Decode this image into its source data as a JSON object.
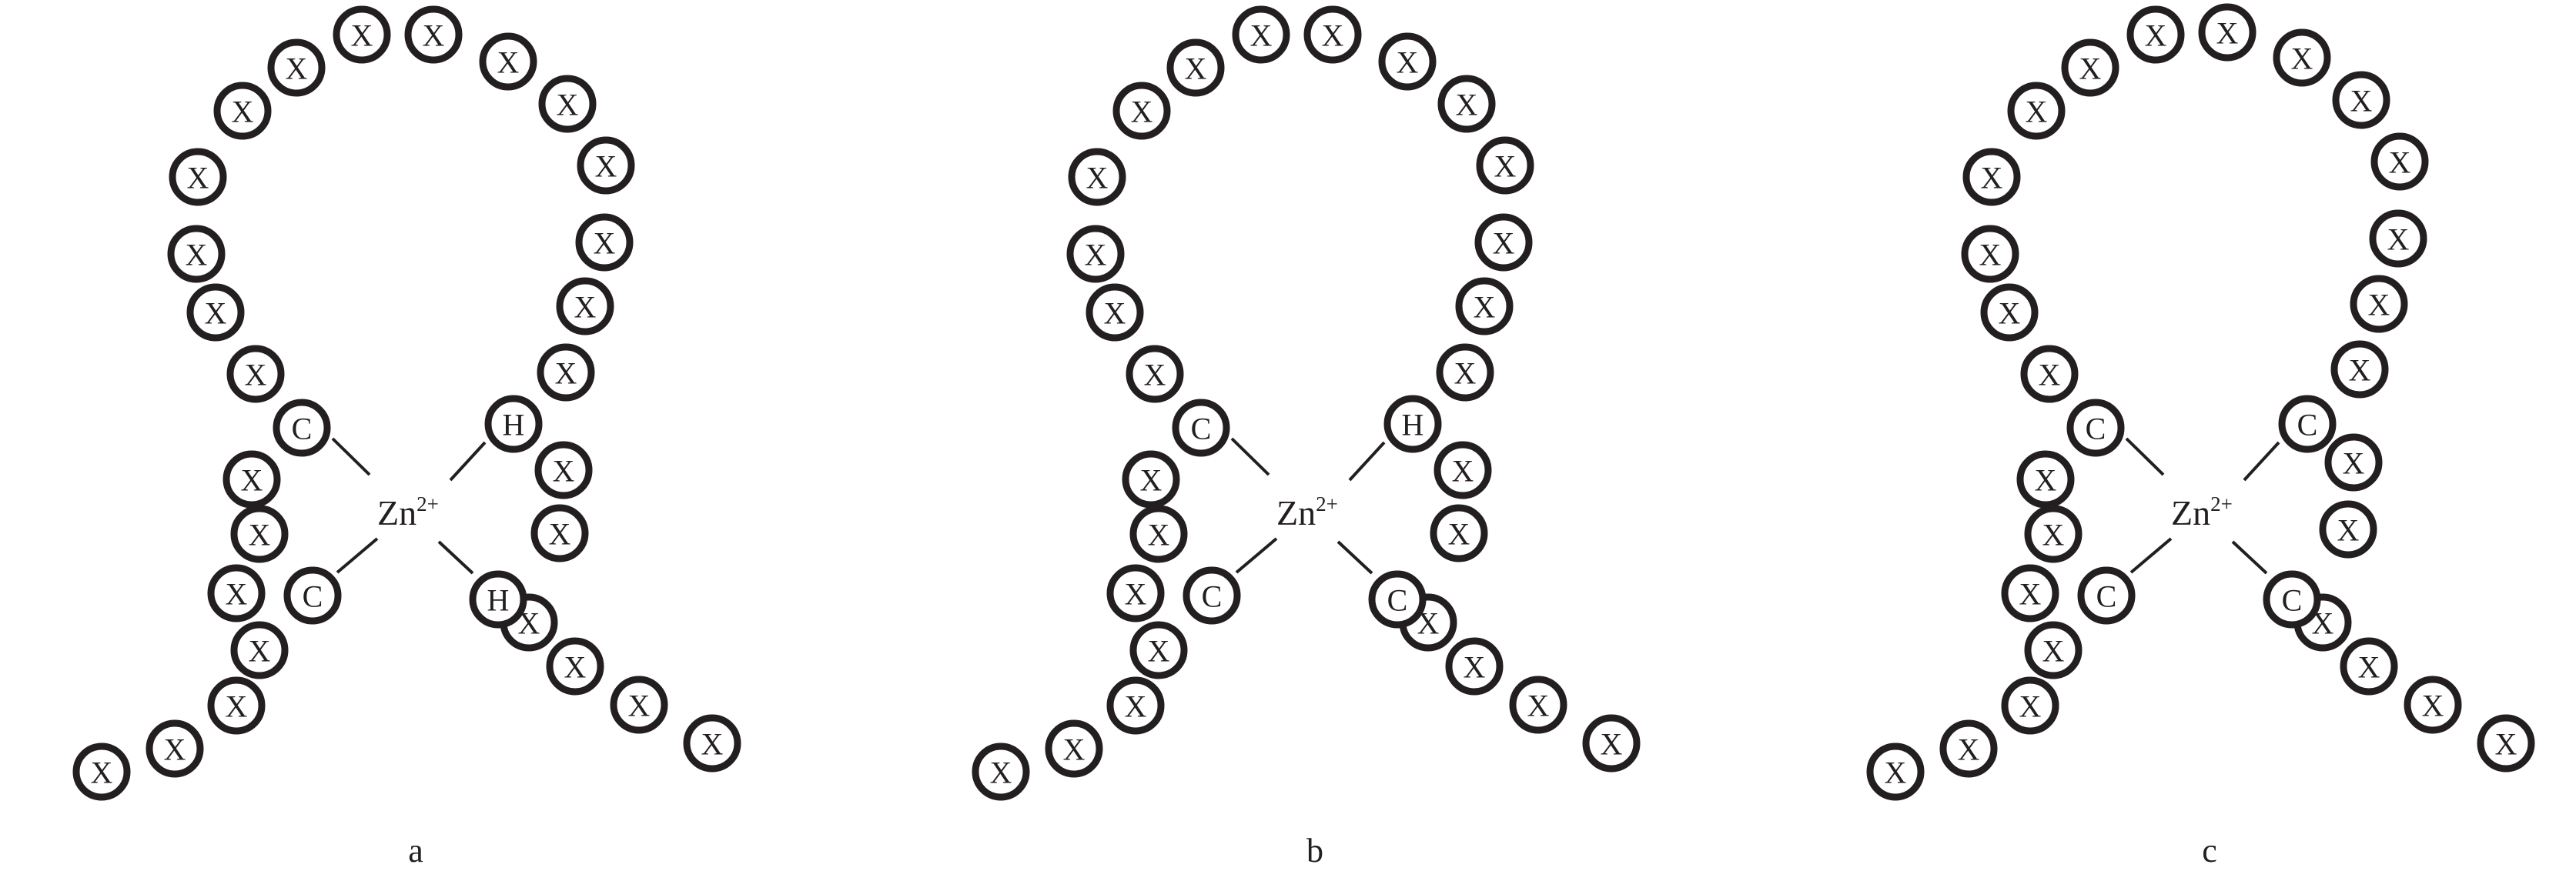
{
  "figure": {
    "panels": [
      {
        "label": "a",
        "ion": {
          "symbol": "Zn",
          "charge": "2+"
        },
        "ligands": {
          "upper_left": "C",
          "lower_left": "C",
          "upper_right": "H",
          "lower_right": "H"
        },
        "filler_residue": "X"
      },
      {
        "label": "b",
        "ion": {
          "symbol": "Zn",
          "charge": "2+"
        },
        "ligands": {
          "upper_left": "C",
          "lower_left": "C",
          "upper_right": "H",
          "lower_right": "C"
        },
        "filler_residue": "X"
      },
      {
        "label": "c",
        "ion": {
          "symbol": "Zn",
          "charge": "2+"
        },
        "ligands": {
          "upper_left": "C",
          "lower_left": "C",
          "upper_right": "C",
          "lower_right": "C"
        },
        "filler_residue": "X"
      }
    ],
    "colors": {
      "ink": "#231f20",
      "background": "#ffffff"
    }
  }
}
